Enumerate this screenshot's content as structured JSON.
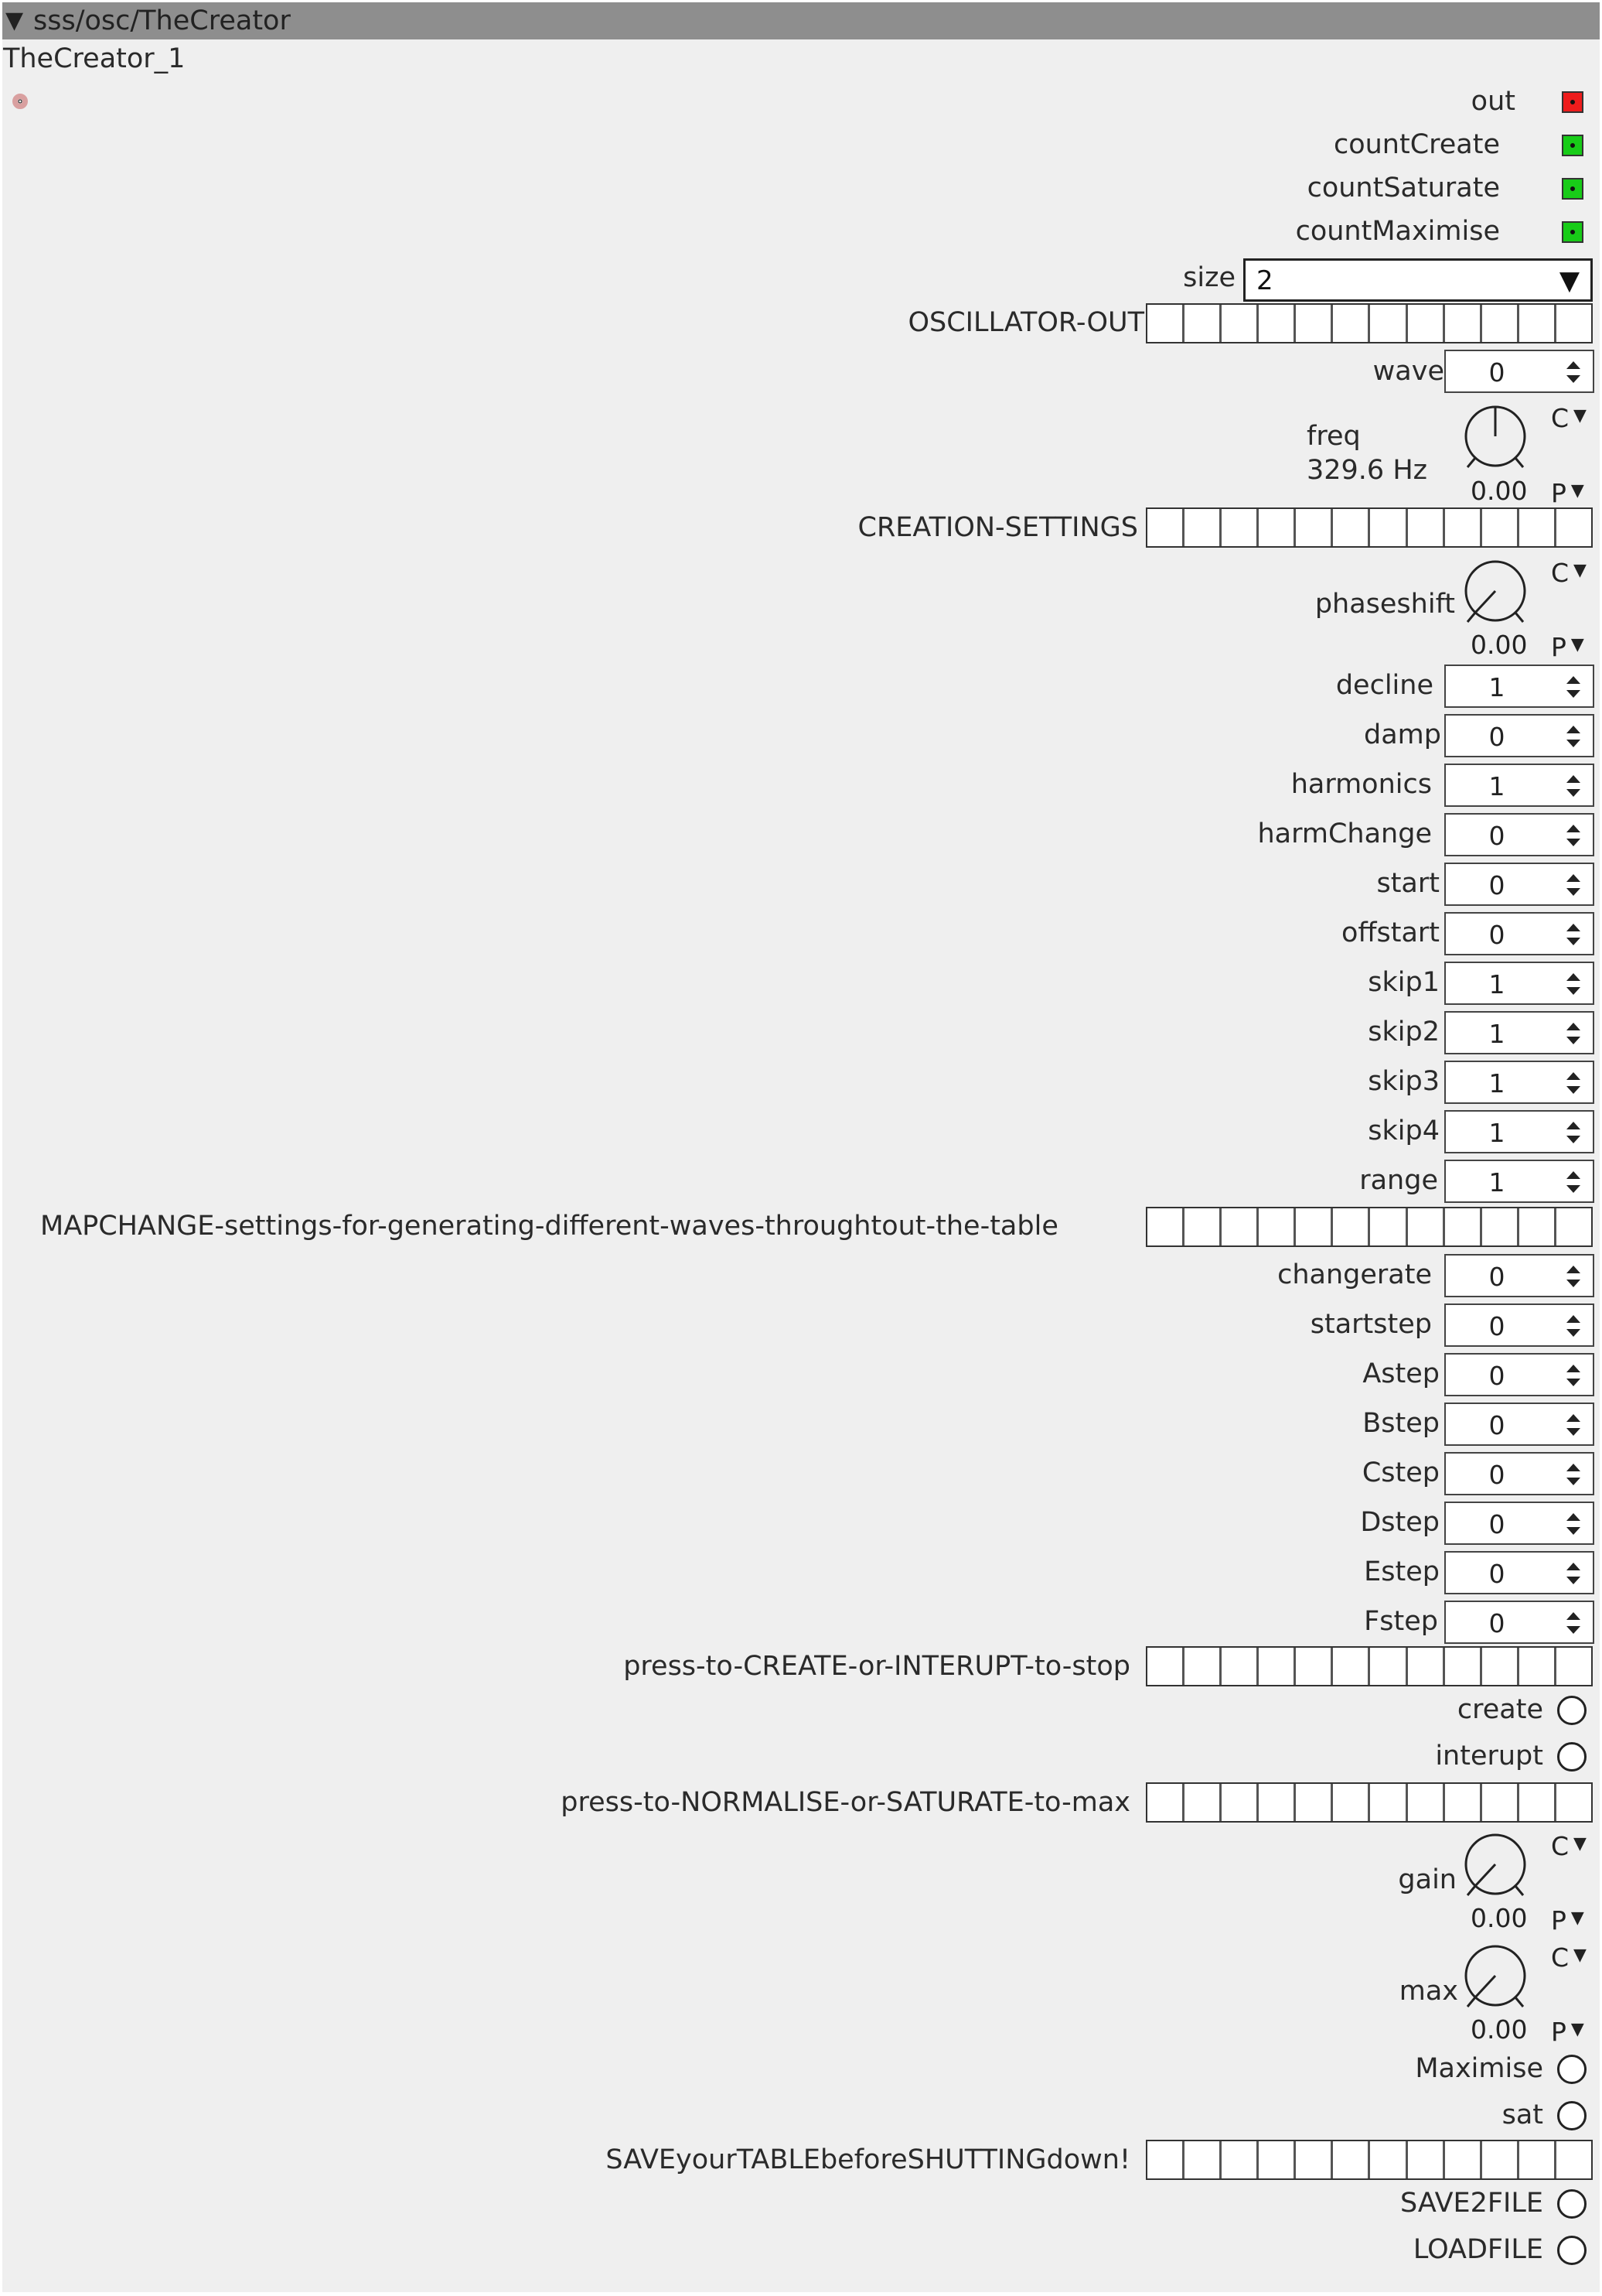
{
  "header": {
    "triangle": "▼",
    "title": "sss/osc/TheCreator",
    "instance": "TheCreator_1"
  },
  "ports": [
    {
      "label": "out",
      "color": "#ee1c1c"
    },
    {
      "label": "countCreate",
      "color": "#18cc18"
    },
    {
      "label": "countSaturate",
      "color": "#18cc18"
    },
    {
      "label": "countMaximise",
      "color": "#18cc18"
    }
  ],
  "size": {
    "label": "size",
    "value": "2",
    "arrow": "▼"
  },
  "sections": {
    "oscillator": "OSCILLATOR-OUT",
    "creation": "CREATION-SETTINGS",
    "mapchange": "MAPCHANGE-settings-for-generating-different-waves-throughtout-the-table",
    "create": "press-to-CREATE-or-INTERUPT-to-stop",
    "normalise": "press-to-NORMALISE-or-SATURATE-to-max",
    "save": "SAVEyourTABLEbeforeSHUTTINGdown!"
  },
  "wave": {
    "label": "wave",
    "value": "0"
  },
  "knobs": {
    "freq": {
      "label": "freq",
      "readout": "329.6 Hz",
      "value": "0.00",
      "c": "C",
      "p": "P",
      "arrow": "▼"
    },
    "phaseshift": {
      "label": "phaseshift",
      "value": "0.00",
      "c": "C",
      "p": "P",
      "arrow": "▼"
    },
    "gain": {
      "label": "gain",
      "value": "0.00",
      "c": "C",
      "p": "P",
      "arrow": "▼"
    },
    "max": {
      "label": "max",
      "value": "0.00",
      "c": "C",
      "p": "P",
      "arrow": "▼"
    }
  },
  "creation_params": [
    {
      "label": "decline",
      "value": "1"
    },
    {
      "label": "damp",
      "value": "0"
    },
    {
      "label": "harmonics",
      "value": "1"
    },
    {
      "label": "harmChange",
      "value": "0"
    },
    {
      "label": "start",
      "value": "0"
    },
    {
      "label": "offstart",
      "value": "0"
    },
    {
      "label": "skip1",
      "value": "1"
    },
    {
      "label": "skip2",
      "value": "1"
    },
    {
      "label": "skip3",
      "value": "1"
    },
    {
      "label": "skip4",
      "value": "1"
    },
    {
      "label": "range",
      "value": "1"
    }
  ],
  "mapchange_params": [
    {
      "label": "changerate",
      "value": "0"
    },
    {
      "label": "startstep",
      "value": "0"
    },
    {
      "label": "Astep",
      "value": "0"
    },
    {
      "label": "Bstep",
      "value": "0"
    },
    {
      "label": "Cstep",
      "value": "0"
    },
    {
      "label": "Dstep",
      "value": "0"
    },
    {
      "label": "Estep",
      "value": "0"
    },
    {
      "label": "Fstep",
      "value": "0"
    }
  ],
  "buttons": {
    "create": "create",
    "interupt": "interupt",
    "maximise": "Maximise",
    "sat": "sat",
    "save2file": "SAVE2FILE",
    "loadfile": "LOADFILE"
  }
}
